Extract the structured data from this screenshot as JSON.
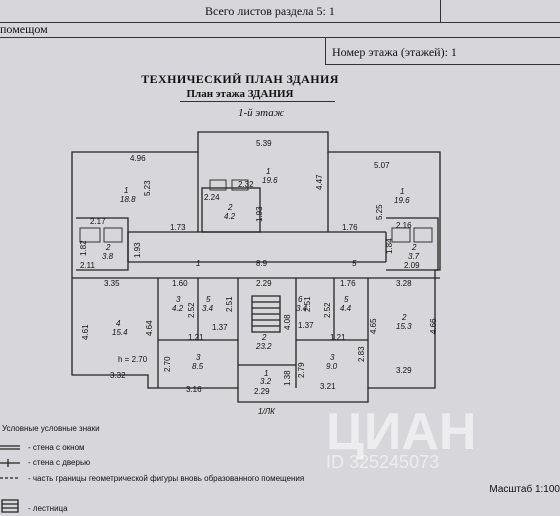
{
  "header": {
    "sheets_total": "Всего листов раздела 5: 1",
    "room_no": "помещом",
    "floor_no": "Номер этажа (этажей): 1"
  },
  "titles": {
    "main": "ТЕХНИЧЕСКИЙ ПЛАН ЗДАНИЯ",
    "sub": "План этажа ЗДАНИЯ",
    "floor": "1-й этаж"
  },
  "plan": {
    "dims": {
      "top_a": "4.96",
      "top_b": "5.39",
      "top_c": "5.07",
      "a_v1": "5.23",
      "b_v": "4.47",
      "c_v1": "5.25",
      "b_h1": "2.24",
      "b_h2": "2.32",
      "cor_1": "1.73",
      "cor_2": "8.9",
      "cor_3": "1.76",
      "cor_4": "1.93",
      "cor_5": "1.93",
      "l_h": "2.17",
      "l_h2": "2.11",
      "l_v": "1.82",
      "r_h": "2.16",
      "r_h2": "2.09",
      "r_v": "1.84",
      "mid_1": "3.35",
      "mid_2": "1.60",
      "mid_3": "2.29",
      "mid_4": "1.76",
      "mid_5": "3.28",
      "v_461": "4.61",
      "v_464": "4.64",
      "v_252": "2.52",
      "v_251": "2.51",
      "v_251b": "2.51",
      "v_252b": "2.52",
      "v_465": "4.65",
      "v_466": "4.66",
      "v_137": "1.37",
      "v_137b": "1.37",
      "v_270": "2.70",
      "v_408": "4.08",
      "v_279": "2.79",
      "v_283": "2.83",
      "h_121": "1.21",
      "h_121b": "1.21",
      "bot_332": "3.32",
      "bot_316": "3.16",
      "bot_321": "3.21",
      "bot_329": "3.29",
      "bot_229": "2.29",
      "bot_138": "1.38",
      "h_note": "h = 2.70"
    },
    "rooms": {
      "r1_num": "1",
      "r1_area": "18.8",
      "r2_num": "1",
      "r2_area": "19.6",
      "r3_num": "1",
      "r3_area": "19.6",
      "ra_num": "2",
      "ra_area": "4.2",
      "rl_num": "2",
      "rl_area": "3.8",
      "rr_num": "2",
      "rr_area": "3.7",
      "cor_num": "1",
      "cor_num2": "5",
      "m1_num": "4",
      "m1_area": "15.4",
      "m2_num": "3",
      "m2_area": "4.2",
      "m3_num": "5",
      "m3_area": "3.4",
      "m4_num": "2",
      "m4_area": "23.2",
      "m5_num": "6",
      "m5_area": "3.4",
      "m6_num": "5",
      "m6_area": "4.4",
      "m7_num": "2",
      "m7_area": "15.3",
      "m8_num": "3",
      "m8_area": "8.5",
      "m9_num": "3",
      "m9_area": "9.0",
      "m10_num": "1",
      "m10_area": "3.2",
      "lk": "1/ЛК"
    }
  },
  "legend": {
    "title": "Условные условные знаки",
    "items": [
      "- стена с окном",
      "- стена с дверью",
      "- часть границы геометрической фигуры вновь образованного помещения",
      "- лестница"
    ]
  },
  "watermark": {
    "brand": "ЦИАН",
    "id": "ID 325245073"
  },
  "scale": "Масштаб 1:100"
}
